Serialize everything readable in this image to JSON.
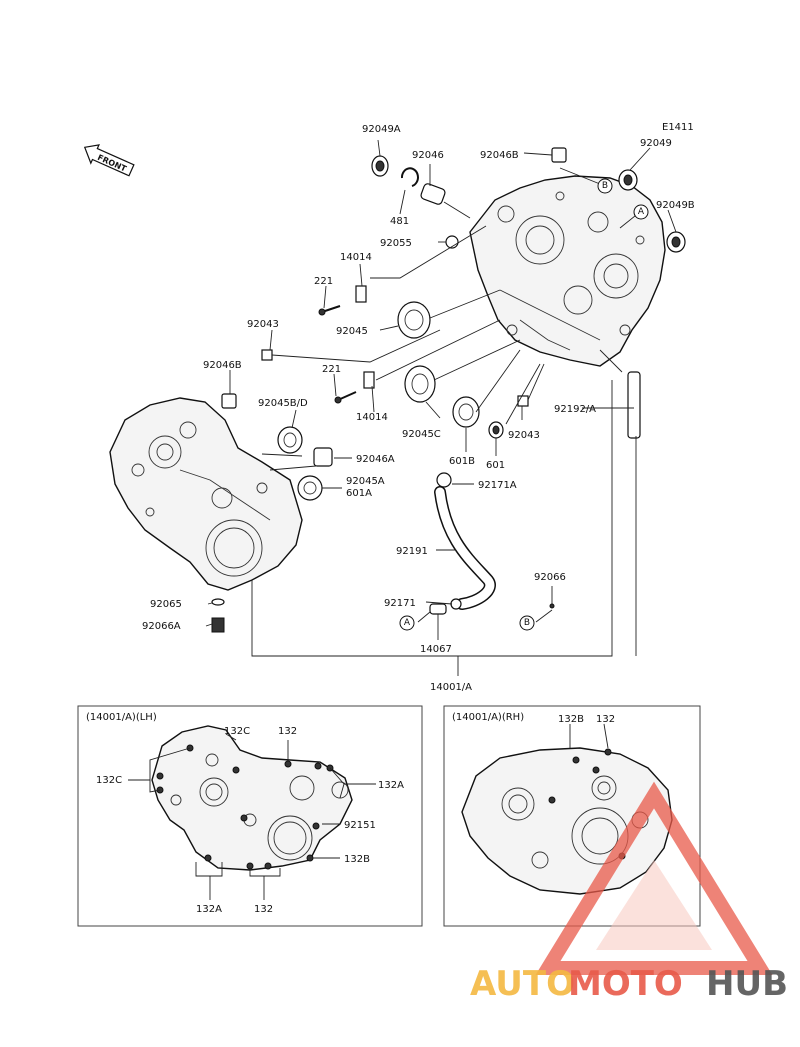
{
  "diagram_code": "E1411",
  "front_label": "FRONT",
  "labels": {
    "p92049A": "92049A",
    "p92046": "92046",
    "p92046B_top": "92046B",
    "p92049": "92049",
    "p92049B": "92049B",
    "p481": "481",
    "p92055": "92055",
    "p14014_top": "14014",
    "p221_top": "221",
    "p92045": "92045",
    "p92043_left": "92043",
    "p221_mid": "221",
    "p14014_mid": "14014",
    "p92046B_left": "92046B",
    "p92045BD": "92045B/D",
    "p92045C": "92045C",
    "p92043_right": "92043",
    "p601B": "601B",
    "p601": "601",
    "p92192A": "92192/A",
    "p92046A": "92046A",
    "p92045A": "92045A",
    "p601A": "601A",
    "p92171A": "92171A",
    "p92191": "92191",
    "p92066": "92066",
    "p92171": "92171",
    "p92065": "92065",
    "p92066A": "92066A",
    "p14067": "14067",
    "p14001A": "14001/A"
  },
  "callouts": {
    "A": "A",
    "B": "B"
  },
  "lh_box": {
    "title": "(14001/A)(LH)",
    "l132C_top": "132C",
    "l132_top": "132",
    "l132C_left": "132C",
    "l132A_right": "132A",
    "l92151": "92151",
    "l132B": "132B",
    "l132A_bottom": "132A",
    "l132_bottom": "132"
  },
  "rh_box": {
    "title": "(14001/A)(RH)",
    "l132B": "132B",
    "l132": "132"
  },
  "watermark": {
    "part1": "AUTO",
    "part2": "MOTO",
    "part3": "HUB",
    "color_auto": "#f4b942",
    "color_moto": "#e85a4a",
    "color_hub": "#555555"
  }
}
